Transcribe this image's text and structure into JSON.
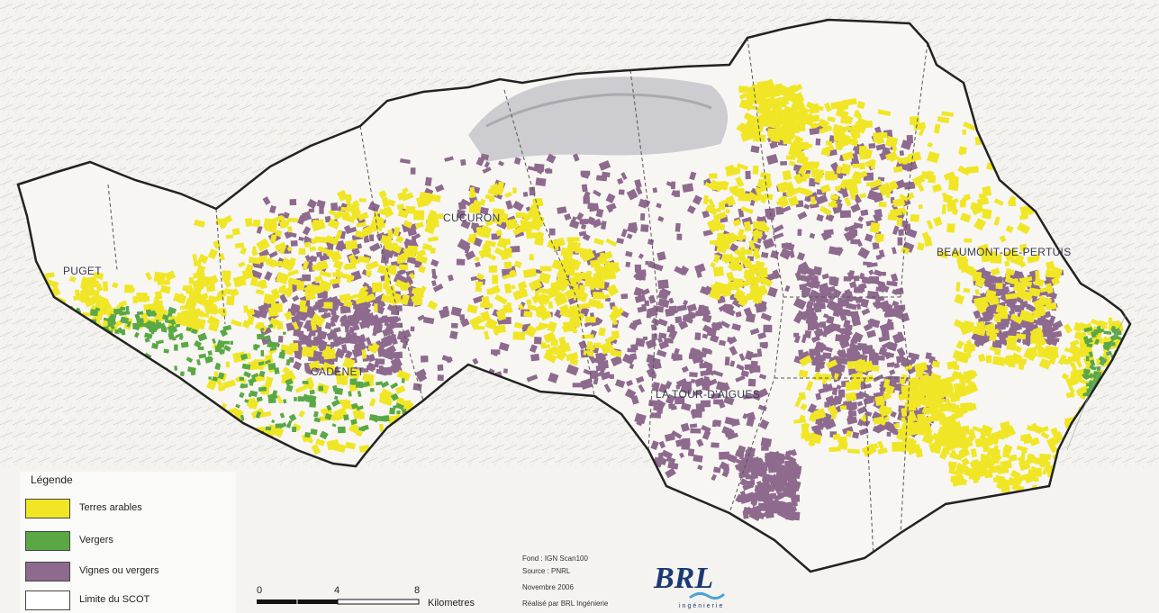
{
  "places": {
    "puget": "PUGET",
    "cucuron": "CUCURON",
    "cadenet": "CADENET",
    "la_tour_daigues": "LA TOUR-D'AIGUES",
    "beaumont": "BEAUMONT-DE-PERTUIS"
  },
  "legend": {
    "title": "Légende",
    "items": [
      {
        "label": "Terres arables",
        "color": "#f0e626"
      },
      {
        "label": "Vergers",
        "color": "#5aa845"
      },
      {
        "label": "Vignes ou vergers",
        "color": "#8e6a8e"
      },
      {
        "label": "Limite du SCOT",
        "color": "#ffffff"
      }
    ]
  },
  "scale": {
    "ticks": [
      "0",
      "4",
      "8"
    ],
    "unit": "Kilometres"
  },
  "credits": {
    "line1": "Fond : IGN Scan100",
    "line2": "Source : PNRL",
    "line3": "Novembre 2006",
    "line4": "Réalisé par BRL Ingénierie"
  },
  "logo": {
    "name": "BRL",
    "sub": "ingénierie"
  },
  "colors": {
    "arable": "#f0e626",
    "orchard": "#5aa845",
    "vine": "#8e6a8e",
    "boundary": "#222222"
  }
}
